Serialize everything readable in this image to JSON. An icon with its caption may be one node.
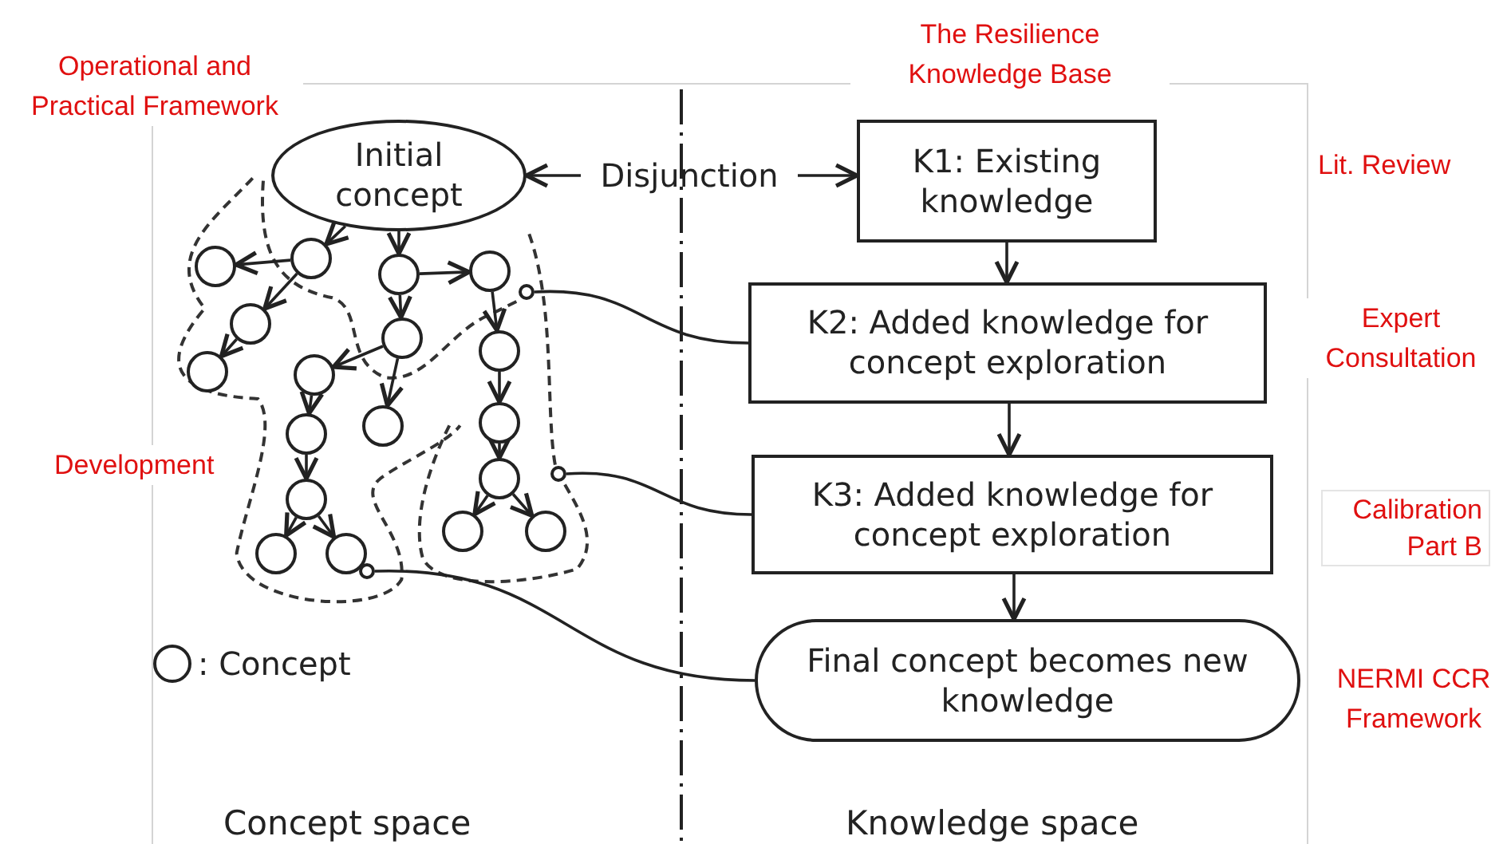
{
  "diagram": {
    "nodes": [
      {
        "text": [
          "Initial concept"
        ]
      },
      {
        "text": [
          "Disjunction"
        ]
      },
      {
        "text": [
          "K1: Existing knowledge"
        ]
      },
      {
        "text": [
          "K2: Added knowledge for concept exploration"
        ]
      },
      {
        "text": [
          "K3: Added knowledge for concept exploration"
        ]
      },
      {
        "text": [
          "Final concept becomes new knowledge"
        ]
      },
      {
        "text": [],
        "shape": "circle"
      },
      {
        "text": [],
        "shape": "circle"
      },
      {
        "text": [],
        "shape": "circle"
      },
      {
        "text": [],
        "shape": "circle"
      },
      {
        "text": [],
        "shape": "circle"
      },
      {
        "text": [],
        "shape": "circle"
      },
      {
        "text": [],
        "shape": "circle"
      },
      {
        "text": [],
        "shape": "circle"
      },
      {
        "text": [],
        "shape": "circle"
      },
      {
        "text": [],
        "shape": "circle"
      },
      {
        "text": [],
        "shape": "circle"
      },
      {
        "text": [],
        "shape": "circle"
      },
      {
        "text": [],
        "shape": "circle"
      },
      {
        "text": [],
        "shape": "circle"
      },
      {
        "text": [],
        "shape": "circle"
      },
      {
        "text": [],
        "shape": "circle"
      },
      {
        "text": [],
        "shape": "circle"
      },
      {
        "text": [],
        "shape": "circle"
      },
      {
        "text": [],
        "shape": "circle"
      },
      {
        "text": [],
        "shape": "circle"
      },
      {
        "text": [],
        "shape": "circle"
      }
    ],
    "edges": [
      {
        "from": 1,
        "to": 0,
        "arrow": "to"
      },
      {
        "from": 1,
        "to": 2,
        "arrow": "to"
      },
      {
        "from": 2,
        "to": 3,
        "arrow": "to"
      },
      {
        "from": 3,
        "to": 4,
        "arrow": "to"
      },
      {
        "from": 4,
        "to": 5,
        "arrow": "to"
      },
      {
        "from": 0,
        "to": 7,
        "arrow": "to"
      },
      {
        "from": 0,
        "to": 10,
        "arrow": "to"
      },
      {
        "from": 7,
        "to": 6,
        "arrow": "to"
      },
      {
        "from": 7,
        "to": 8,
        "arrow": "to"
      },
      {
        "from": 8,
        "to": 9,
        "arrow": "to"
      },
      {
        "from": 10,
        "to": 11,
        "arrow": "to"
      },
      {
        "from": 10,
        "to": 12,
        "arrow": "to"
      },
      {
        "from": 12,
        "to": 13,
        "arrow": "to"
      },
      {
        "from": 12,
        "to": 14,
        "arrow": "to"
      },
      {
        "from": 11,
        "to": 15,
        "arrow": "to"
      },
      {
        "from": 15,
        "to": 17,
        "arrow": "to"
      },
      {
        "from": 17,
        "to": 19,
        "arrow": "to"
      },
      {
        "from": 19,
        "to": 22,
        "arrow": "to"
      },
      {
        "from": 19,
        "to": 23,
        "arrow": "to"
      },
      {
        "from": 13,
        "to": 16,
        "arrow": "to"
      },
      {
        "from": 16,
        "to": 18,
        "arrow": "to"
      },
      {
        "from": 18,
        "to": 20,
        "arrow": "to"
      },
      {
        "from": 18,
        "to": 21,
        "arrow": "to"
      },
      {
        "from": 24,
        "to": 3,
        "arrow": "none"
      },
      {
        "from": 25,
        "to": 4,
        "arrow": "none"
      },
      {
        "from": 26,
        "to": 5,
        "arrow": "none"
      }
    ],
    "labels": [
      "The Resilience Knowledge Base",
      "Operational and Practical Framework",
      "Lit. Review",
      "Expert Consultation",
      "Development",
      "Calibration Part B",
      "NERMI CCR Framework",
      "Concept space",
      "Knowledge space"
    ],
    "legend": [
      {
        "text": ": Concept"
      }
    ]
  }
}
